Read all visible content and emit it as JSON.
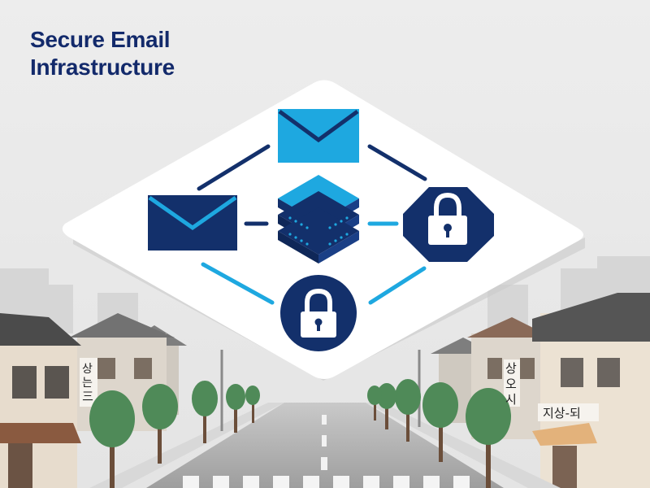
{
  "title": {
    "line1": "Secure Email",
    "line2": "Infrastructure"
  },
  "street_signs": {
    "left_vertical": [
      "상",
      "는",
      "三"
    ],
    "right_vertical": [
      "상",
      "오",
      "시"
    ],
    "right_horizontal": "지상-되"
  },
  "colors": {
    "title": "#132a6b",
    "navy": "#13306b",
    "accent_cyan": "#1ea8e0",
    "platform": "#ffffff",
    "background": "#ececec",
    "trees": "#4f8a58"
  },
  "icons": [
    "envelope-icon",
    "envelope-icon",
    "server-stack-icon",
    "padlock-icon",
    "padlock-icon"
  ]
}
